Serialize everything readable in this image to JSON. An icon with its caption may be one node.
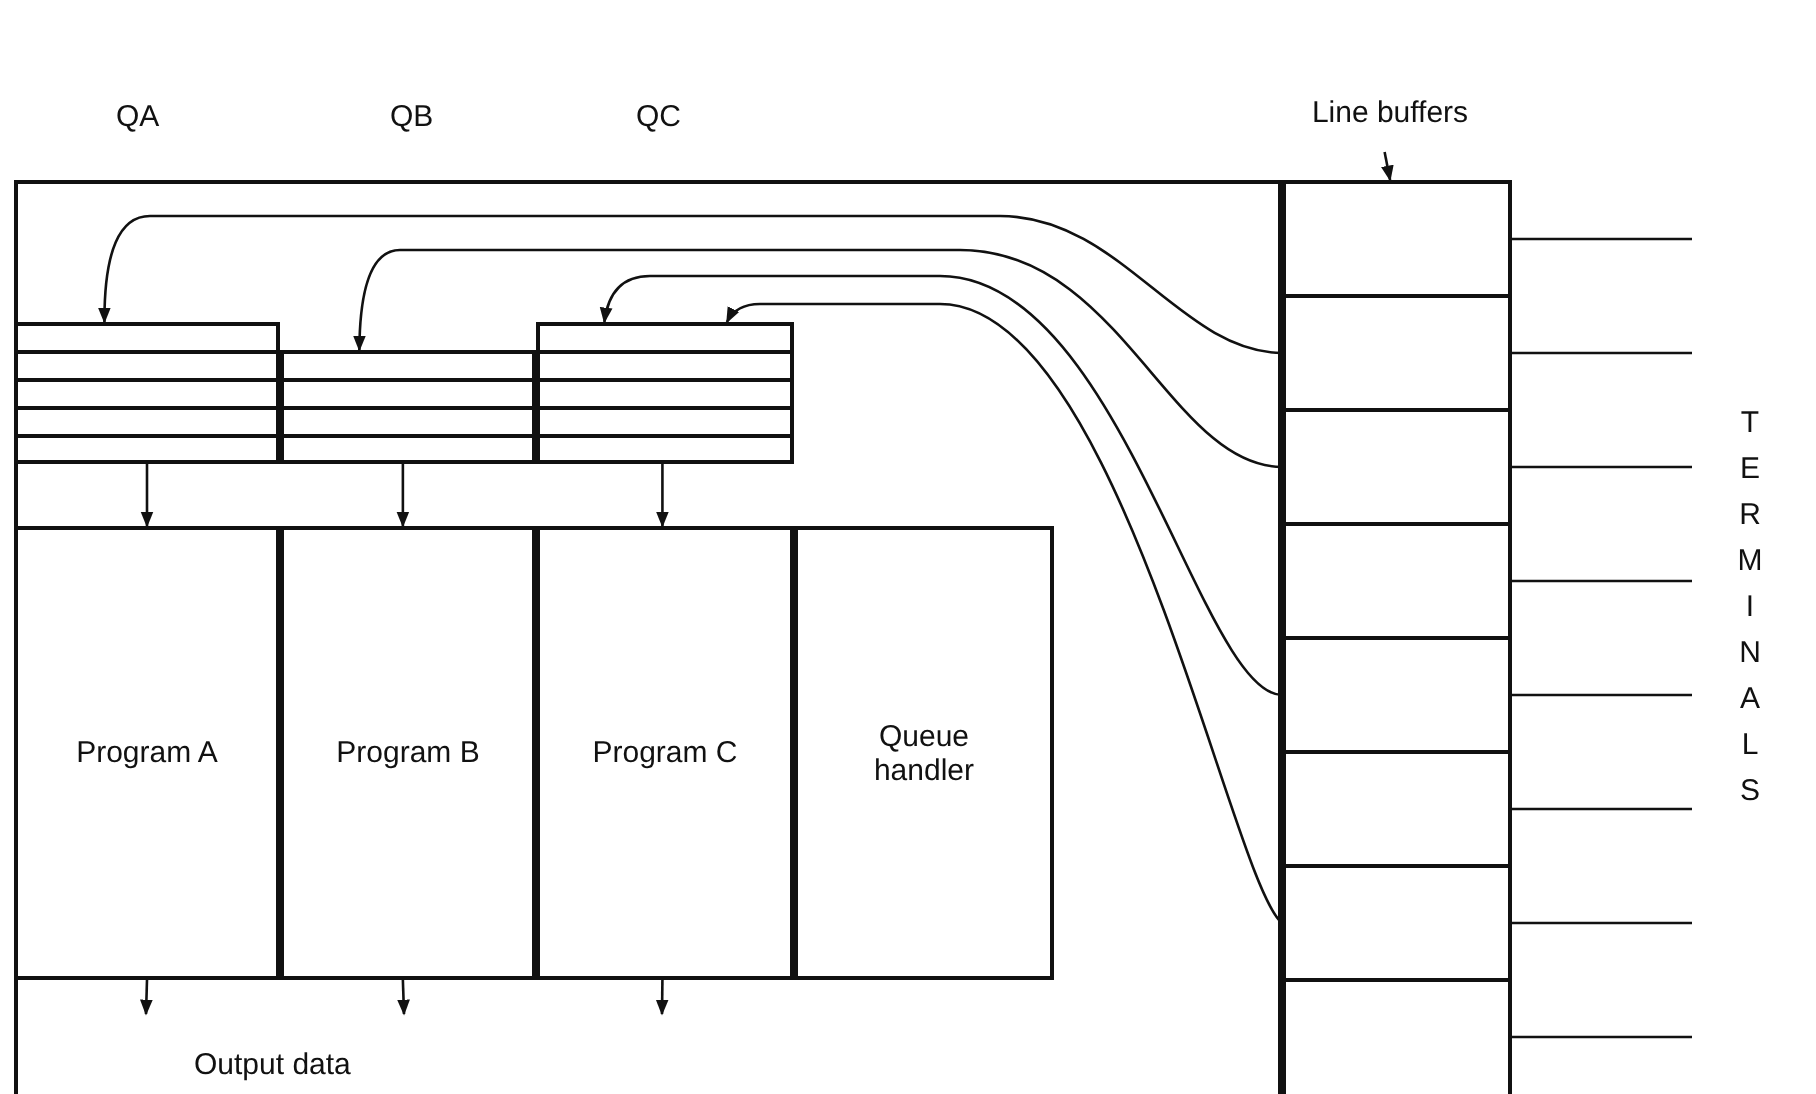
{
  "diagram": {
    "nodes": [
      {
        "text": [],
        "shape": "box"
      },
      {
        "text": [],
        "shape": "box",
        "in": 0
      },
      {
        "text": [],
        "shape": "box",
        "in": 0
      },
      {
        "text": [],
        "shape": "box",
        "in": 0
      },
      {
        "text": [
          "Program A"
        ],
        "in": 0
      },
      {
        "text": [
          "Program B"
        ],
        "in": 0
      },
      {
        "text": [
          "Program C"
        ],
        "in": 0
      },
      {
        "text": [
          "Queue handler"
        ],
        "in": 0
      },
      {
        "text": [
          "Line buffers"
        ]
      },
      {
        "text": [],
        "shape": "box"
      },
      {
        "text": [],
        "shape": "box"
      },
      {
        "text": [],
        "shape": "box"
      },
      {
        "text": [],
        "shape": "box"
      },
      {
        "text": [],
        "shape": "box"
      },
      {
        "text": [],
        "shape": "box"
      },
      {
        "text": [],
        "shape": "box"
      },
      {
        "text": [],
        "shape": "box"
      }
    ],
    "edges": [
      {
        "from": 10,
        "to": 1,
        "arrow": "to"
      },
      {
        "from": 11,
        "to": 2,
        "arrow": "to"
      },
      {
        "from": 13,
        "to": 3,
        "arrow": "to"
      },
      {
        "from": 15,
        "to": 3,
        "arrow": "to"
      },
      {
        "from": 1,
        "to": 4,
        "arrow": "to"
      },
      {
        "from": 2,
        "to": 5,
        "arrow": "to"
      },
      {
        "from": 3,
        "to": 6,
        "arrow": "to"
      },
      {
        "from": 4,
        "to": null,
        "arrow": "to"
      },
      {
        "from": 5,
        "to": null,
        "arrow": "to"
      },
      {
        "from": 6,
        "to": null,
        "arrow": "to"
      },
      {
        "from": 8,
        "to": 9,
        "arrow": "to"
      },
      {
        "from": 9,
        "to": null,
        "arrow": "none"
      },
      {
        "from": 10,
        "to": null,
        "arrow": "none"
      },
      {
        "from": 11,
        "to": null,
        "arrow": "none"
      },
      {
        "from": 12,
        "to": null,
        "arrow": "none"
      },
      {
        "from": 13,
        "to": null,
        "arrow": "none"
      },
      {
        "from": 14,
        "to": null,
        "arrow": "none"
      },
      {
        "from": 15,
        "to": null,
        "arrow": "none"
      },
      {
        "from": 16,
        "to": null,
        "arrow": "none"
      }
    ],
    "labels": [
      "QA",
      "QB",
      "QC",
      "Output data",
      "TERMINALS"
    ]
  }
}
